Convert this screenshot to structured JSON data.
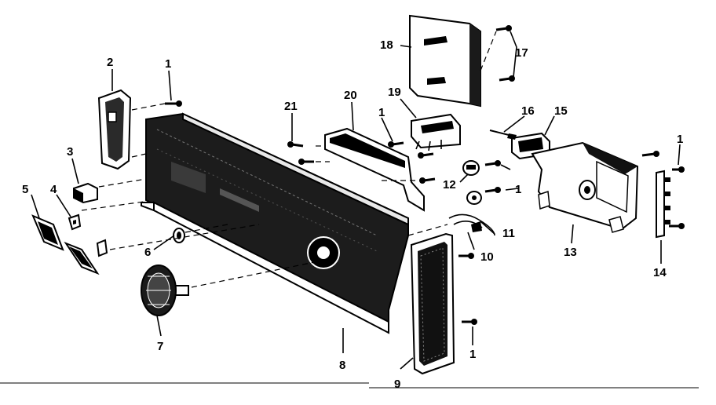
{
  "callouts": {
    "c1a": "1",
    "c1b": "1",
    "c1c": "1",
    "c1d": "1",
    "c1e": "1",
    "c2": "2",
    "c3": "3",
    "c4": "4",
    "c5": "5",
    "c6": "6",
    "c7": "7",
    "c8": "8",
    "c9": "9",
    "c10": "10",
    "c11": "11",
    "c12": "12",
    "c13": "13",
    "c14": "14",
    "c15": "15",
    "c16": "16",
    "c17": "17",
    "c18": "18",
    "c19": "19",
    "c20": "20",
    "c21": "21"
  }
}
